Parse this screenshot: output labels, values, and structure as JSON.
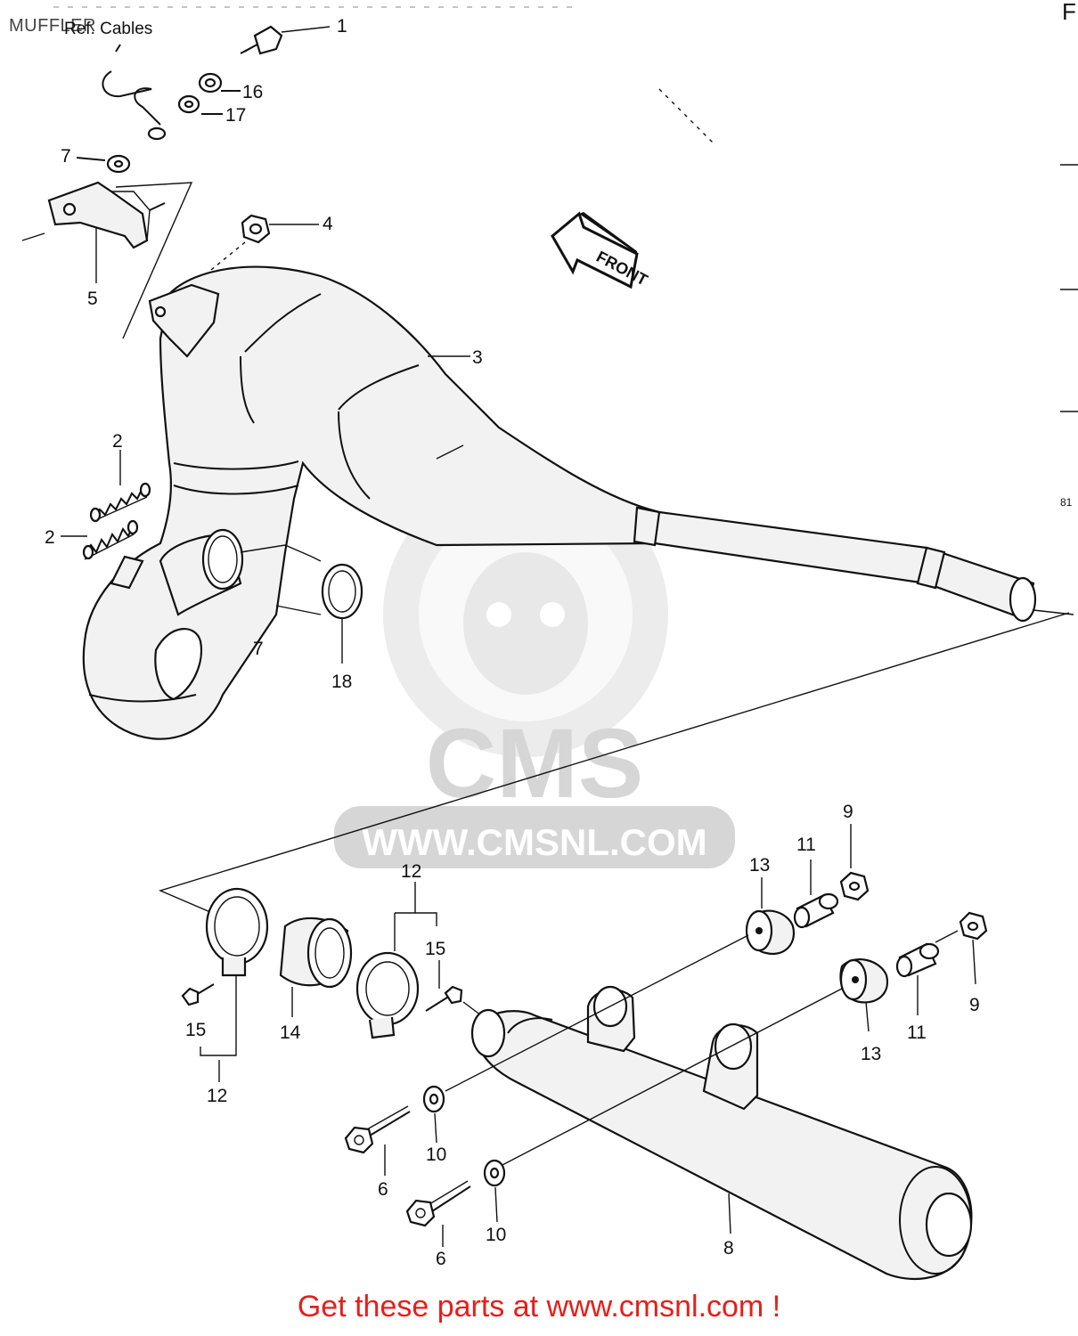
{
  "page": {
    "title": "MUFFLER",
    "cta": "Get these parts at www.cmsnl.com !",
    "ref_label": "Ref. Cables",
    "front_label": "FRONT",
    "diagram_code": "81",
    "corner_letter": "F"
  },
  "watermark": {
    "brand": "CMS",
    "url": "WWW.CMSNL.COM"
  },
  "callouts": [
    {
      "id": "c1",
      "text": "1"
    },
    {
      "id": "c16",
      "text": "16"
    },
    {
      "id": "c17",
      "text": "17"
    },
    {
      "id": "c7a",
      "text": "7"
    },
    {
      "id": "c5",
      "text": "5"
    },
    {
      "id": "c4",
      "text": "4"
    },
    {
      "id": "c3",
      "text": "3"
    },
    {
      "id": "c2a",
      "text": "2"
    },
    {
      "id": "c2b",
      "text": "2"
    },
    {
      "id": "c7b",
      "text": "7"
    },
    {
      "id": "c18",
      "text": "18"
    },
    {
      "id": "c9a",
      "text": "9"
    },
    {
      "id": "c11a",
      "text": "11"
    },
    {
      "id": "c13a",
      "text": "13"
    },
    {
      "id": "c12a",
      "text": "12"
    },
    {
      "id": "c15a",
      "text": "15"
    },
    {
      "id": "c15b",
      "text": "15"
    },
    {
      "id": "c14",
      "text": "14"
    },
    {
      "id": "c12b",
      "text": "12"
    },
    {
      "id": "c13b",
      "text": "13"
    },
    {
      "id": "c11b",
      "text": "11"
    },
    {
      "id": "c9b",
      "text": "9"
    },
    {
      "id": "c10a",
      "text": "10"
    },
    {
      "id": "c6a",
      "text": "6"
    },
    {
      "id": "c10b",
      "text": "10"
    },
    {
      "id": "c6b",
      "text": "6"
    },
    {
      "id": "c8",
      "text": "8"
    }
  ]
}
